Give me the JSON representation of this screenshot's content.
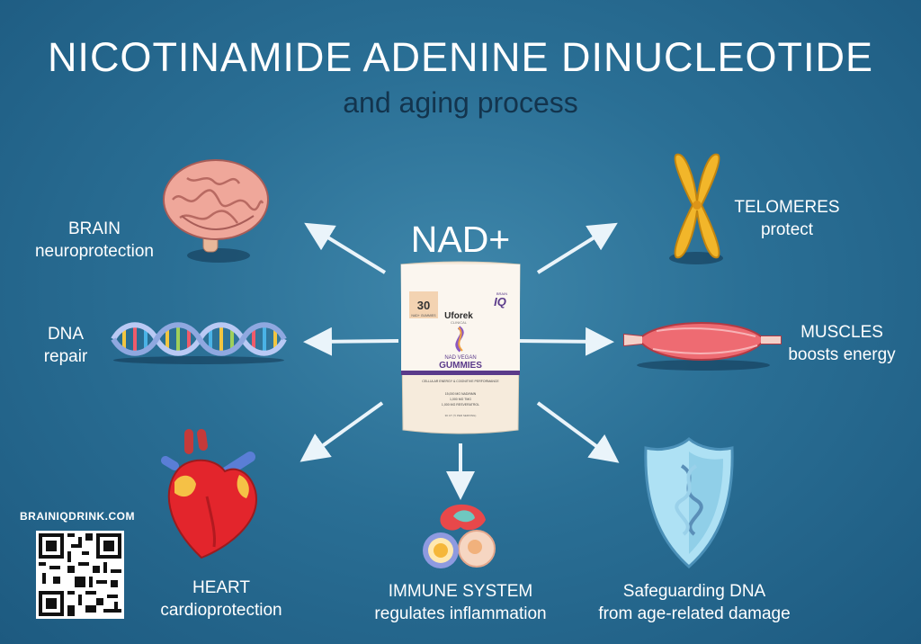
{
  "title": "NICOTINAMIDE ADENINE DINUCLEOTIDE",
  "subtitle": "and aging process",
  "center_label": "NAD+",
  "items": {
    "brain": {
      "title": "BRAIN",
      "desc": "neuroprotection"
    },
    "dna": {
      "title": "DNA",
      "desc": "repair"
    },
    "heart": {
      "title": "HEART",
      "desc": "cardioprotection"
    },
    "immune": {
      "title": "IMMUNE SYSTEM",
      "desc": "regulates inflammation"
    },
    "safeguard": {
      "title": "Safeguarding DNA",
      "desc": "from age-related damage"
    },
    "muscles": {
      "title": "MUSCLES",
      "desc": "boosts energy"
    },
    "telomeres": {
      "title": "TELOMERES",
      "desc": "protect"
    }
  },
  "product": {
    "count": "30",
    "count_sub": "NAD+ GUMMIES",
    "brand": "Uforek",
    "brand_sub": "CLINICAL",
    "logo": "IQ",
    "logo_sub": "BRAIN",
    "line1": "NAD VEGAN",
    "line2": "GUMMIES",
    "tagline": "CELLULAR ENERGY & COGNITIVE PERFORMANCE",
    "spec1": "15,000 MG NAD/NMN",
    "spec2": "1,000 MG TMG",
    "spec3": "1,000 MG RESVERATROL",
    "footer": "30 CT (½ PER SERVING)"
  },
  "website": "BRAINIQDRINK.COM",
  "colors": {
    "background": "#2a6f95",
    "text": "#ffffff",
    "subtitle": "#13344d",
    "accent": "#5a3a8a"
  }
}
